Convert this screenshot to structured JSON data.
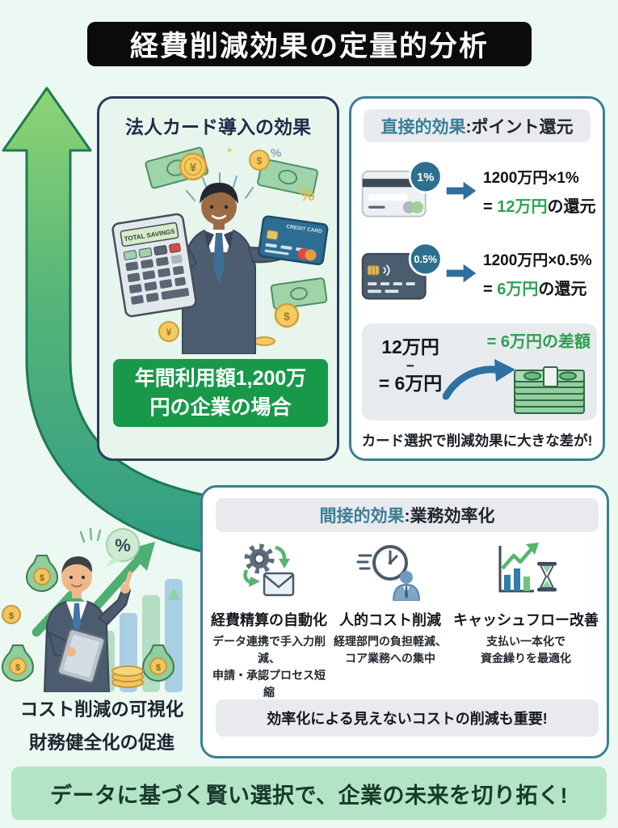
{
  "page": {
    "title": "経費削減効果の定量的分析",
    "bottom_banner": "データに基づく賢い選択で、企業の未来を切り拓く!"
  },
  "corporate_card": {
    "title": "法人カード導入の効果",
    "calculator_label": "TOTAL SAVINGS",
    "credit_card_label": "CREDIT CARD",
    "case_line1": "年間利用額1,200万",
    "case_line2": "円の企業の場合"
  },
  "direct_effect": {
    "header_prefix": "直接的効果",
    "header_suffix": ":ポイント還元",
    "rows": [
      {
        "badge": "1%",
        "formula": "1200万円×1%",
        "eq": "= ",
        "value": "12万円",
        "suffix": "の還元"
      },
      {
        "badge": "0.5%",
        "formula": "1200万円×0.5%",
        "eq": "= ",
        "value": "6万円",
        "suffix": "の還元"
      }
    ],
    "diff": {
      "line1": "12万円",
      "minus": "−",
      "line3": "= 6万円",
      "label": "= 6万円の差額"
    },
    "footnote": "カード選択で削減効果に大きな差が!"
  },
  "indirect_effect": {
    "header_prefix": "間接的効果",
    "header_suffix": ":業務効率化",
    "items": [
      {
        "title": "経費精算の自動化",
        "desc1": "データ連携で手入力削減、",
        "desc2": "申請・承認プロセス短縮"
      },
      {
        "title": "人的コスト削減",
        "desc1": "経理部門の負担軽減、",
        "desc2": "コア業務への集中"
      },
      {
        "title": "キャッシュフロー改善",
        "desc1": "支払い一本化で",
        "desc2": "資金繰りを最適化"
      }
    ],
    "footnote": "効率化による見えないコストの削減も重要!"
  },
  "visualization": {
    "line1": "コスト削減の可視化",
    "line2": "財務健全化の促進"
  },
  "symbols": {
    "yen": "¥",
    "dollar": "$",
    "percent": "%",
    "sparkle": "✦"
  },
  "colors": {
    "page_bg": "#ecf8f2",
    "title_bg": "#0b0b0b",
    "card_border_navy": "#2c3c5c",
    "card_border_teal": "#3a7f96",
    "accent_teal": "#3a7f96",
    "banner_green": "#18994a",
    "value_green": "#2fa351",
    "bottom_banner_bg": "#b3e4c6",
    "arrow_green_top": "#8ed473",
    "arrow_green_bottom": "#2f9c84"
  }
}
